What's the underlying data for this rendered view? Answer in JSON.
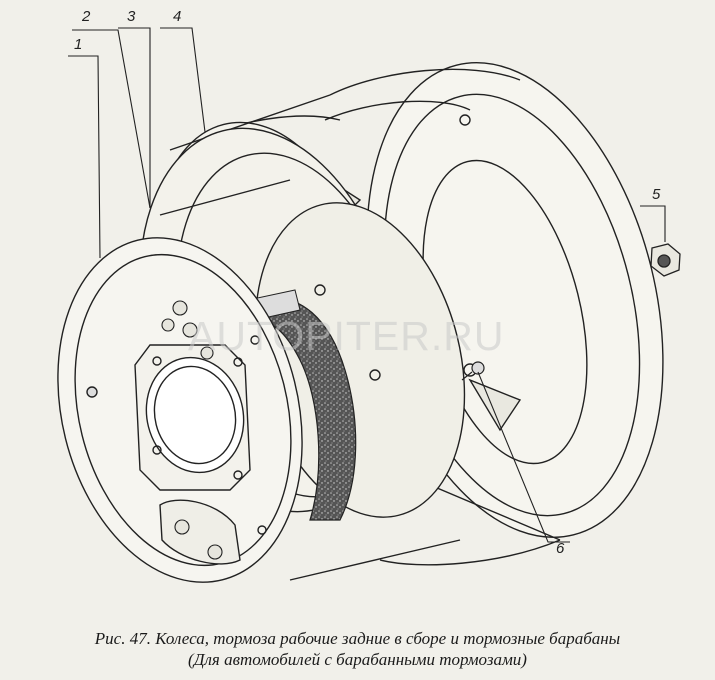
{
  "figure": {
    "callouts": [
      {
        "id": "1",
        "label": "1"
      },
      {
        "id": "2",
        "label": "2"
      },
      {
        "id": "3",
        "label": "3"
      },
      {
        "id": "4",
        "label": "4"
      },
      {
        "id": "5",
        "label": "5"
      },
      {
        "id": "6",
        "label": "6"
      }
    ],
    "watermark": "AUTOPITER.RU",
    "caption_line1": "Рис. 47. Колеса, тормоза рабочие задние в сборе и тормозные барабаны",
    "caption_line2": "(Для автомобилей с барабанными тормозами)"
  }
}
